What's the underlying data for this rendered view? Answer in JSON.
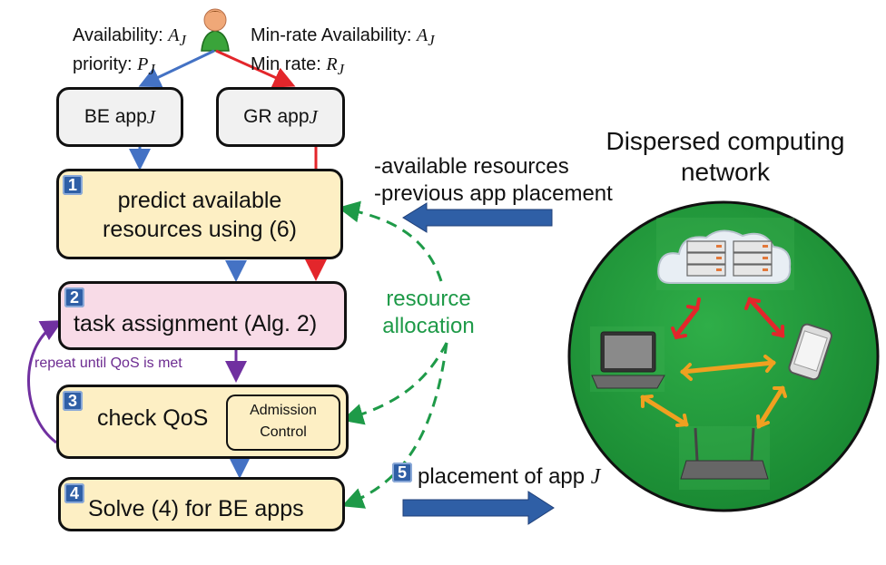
{
  "user": {
    "left_attr1_label": "Availability: ",
    "left_attr1_sym": "A",
    "left_attr1_sub": "J",
    "left_attr2_label": "priority: ",
    "left_attr2_sym": "P",
    "left_attr2_sub": "J",
    "right_attr1_label": "Min-rate Availability: ",
    "right_attr1_sym": "A",
    "right_attr1_sub": "J",
    "right_attr2_label": "Min rate: ",
    "right_attr2_sym": "R",
    "right_attr2_sub": "J"
  },
  "apps": {
    "be_label": "BE app ",
    "be_sym": "J",
    "gr_label": "GR app ",
    "gr_sym": "J"
  },
  "steps": [
    {
      "number": "1",
      "line1": "predict available",
      "line2": "resources using (6)"
    },
    {
      "number": "2",
      "line1": "task assignment  (Alg. 2)"
    },
    {
      "number": "3",
      "line1": "check QoS",
      "admission_line1": "Admission",
      "admission_line2": "Control"
    },
    {
      "number": "4",
      "line1": "Solve (4) for BE apps"
    }
  ],
  "loop_label": "repeat until QoS is met",
  "inputs": {
    "line1": "-available resources",
    "line2": "-previous app placement"
  },
  "resource_allocation": {
    "line1": "resource",
    "line2": "allocation"
  },
  "placement": {
    "number": "5",
    "label": "placement of app ",
    "sym": "J"
  },
  "network": {
    "title_line1": "Dispersed computing",
    "title_line2": "network"
  },
  "colors": {
    "be_arrow": "#4472c4",
    "gr_arrow": "#e3262b",
    "loop": "#7030a0",
    "dashed": "#1e9a48",
    "block_arrow": "#2f5fa6",
    "circle": "#1f9a3c",
    "red_arrow": "#e3262b",
    "orange_arrow": "#f0a020",
    "step_fill": "#fdefc4",
    "pink_fill": "#f8dbe7"
  }
}
